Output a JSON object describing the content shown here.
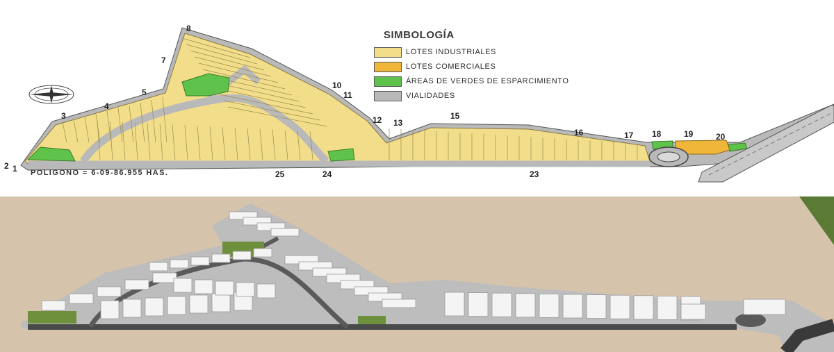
{
  "legend": {
    "title": "SIMBOLOGÍA",
    "items": [
      {
        "label": "LOTES INDUSTRIALES",
        "color": "#f2de8a"
      },
      {
        "label": "LOTES COMERCIALES",
        "color": "#f0b63a"
      },
      {
        "label": "ÁREAS DE VERDES DE ESPARCIMIENTO",
        "color": "#5fc24a"
      },
      {
        "label": "VIALIDADES",
        "color": "#b9b9b9"
      }
    ]
  },
  "polygon_label": "POLIGONO = 6-09-86.955 HAS.",
  "vertices": [
    "8",
    "7",
    "5",
    "4",
    "3",
    "2",
    "1",
    "10",
    "11",
    "12",
    "13",
    "15",
    "16",
    "17",
    "18",
    "19",
    "20",
    "25",
    "24",
    "23"
  ],
  "colors": {
    "industrial": "#f2de8a",
    "commercial": "#f0b63a",
    "green": "#5fc24a",
    "road": "#b9b9b9",
    "ground": "#d6c3ac"
  }
}
